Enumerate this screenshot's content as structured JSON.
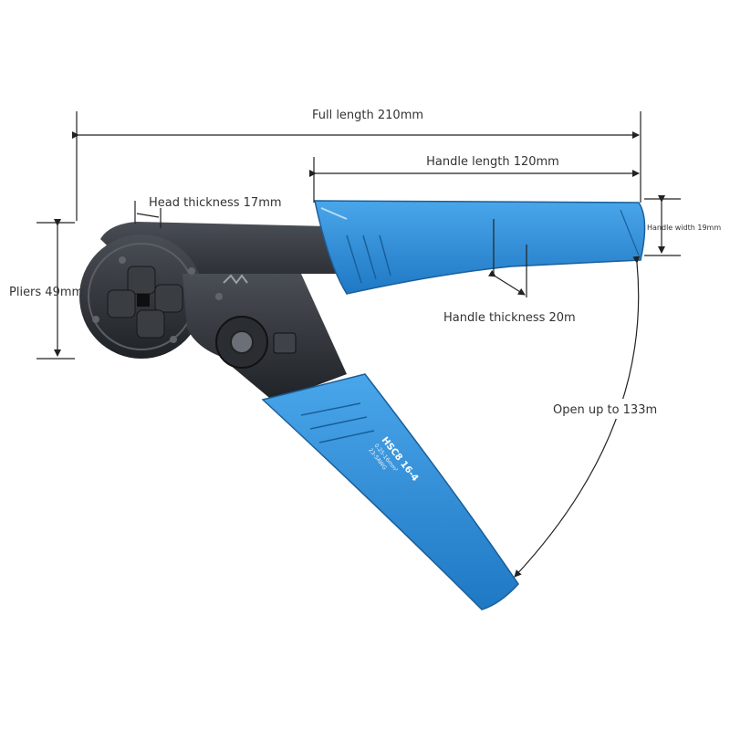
{
  "labels": {
    "full_length": "Full length 210mm",
    "handle_length": "Handle length 120mm",
    "head_thickness": "Head thickness 17mm",
    "handle_width": "Handle width  19mm",
    "pliers_height": "Pliers 49mm",
    "handle_thickness": "Handle thickness 20m",
    "open_up_to": "Open up to 133m"
  },
  "handle_print": {
    "brand": "HSC8 16-4",
    "line1": "0.25-16mm²",
    "line2": "23-5AWG"
  },
  "colors": {
    "handle_blue": "#2f8fd8",
    "handle_blue_dark": "#1d6fb3",
    "steel": "#2b2e33",
    "steel_light": "#4a4e55"
  }
}
